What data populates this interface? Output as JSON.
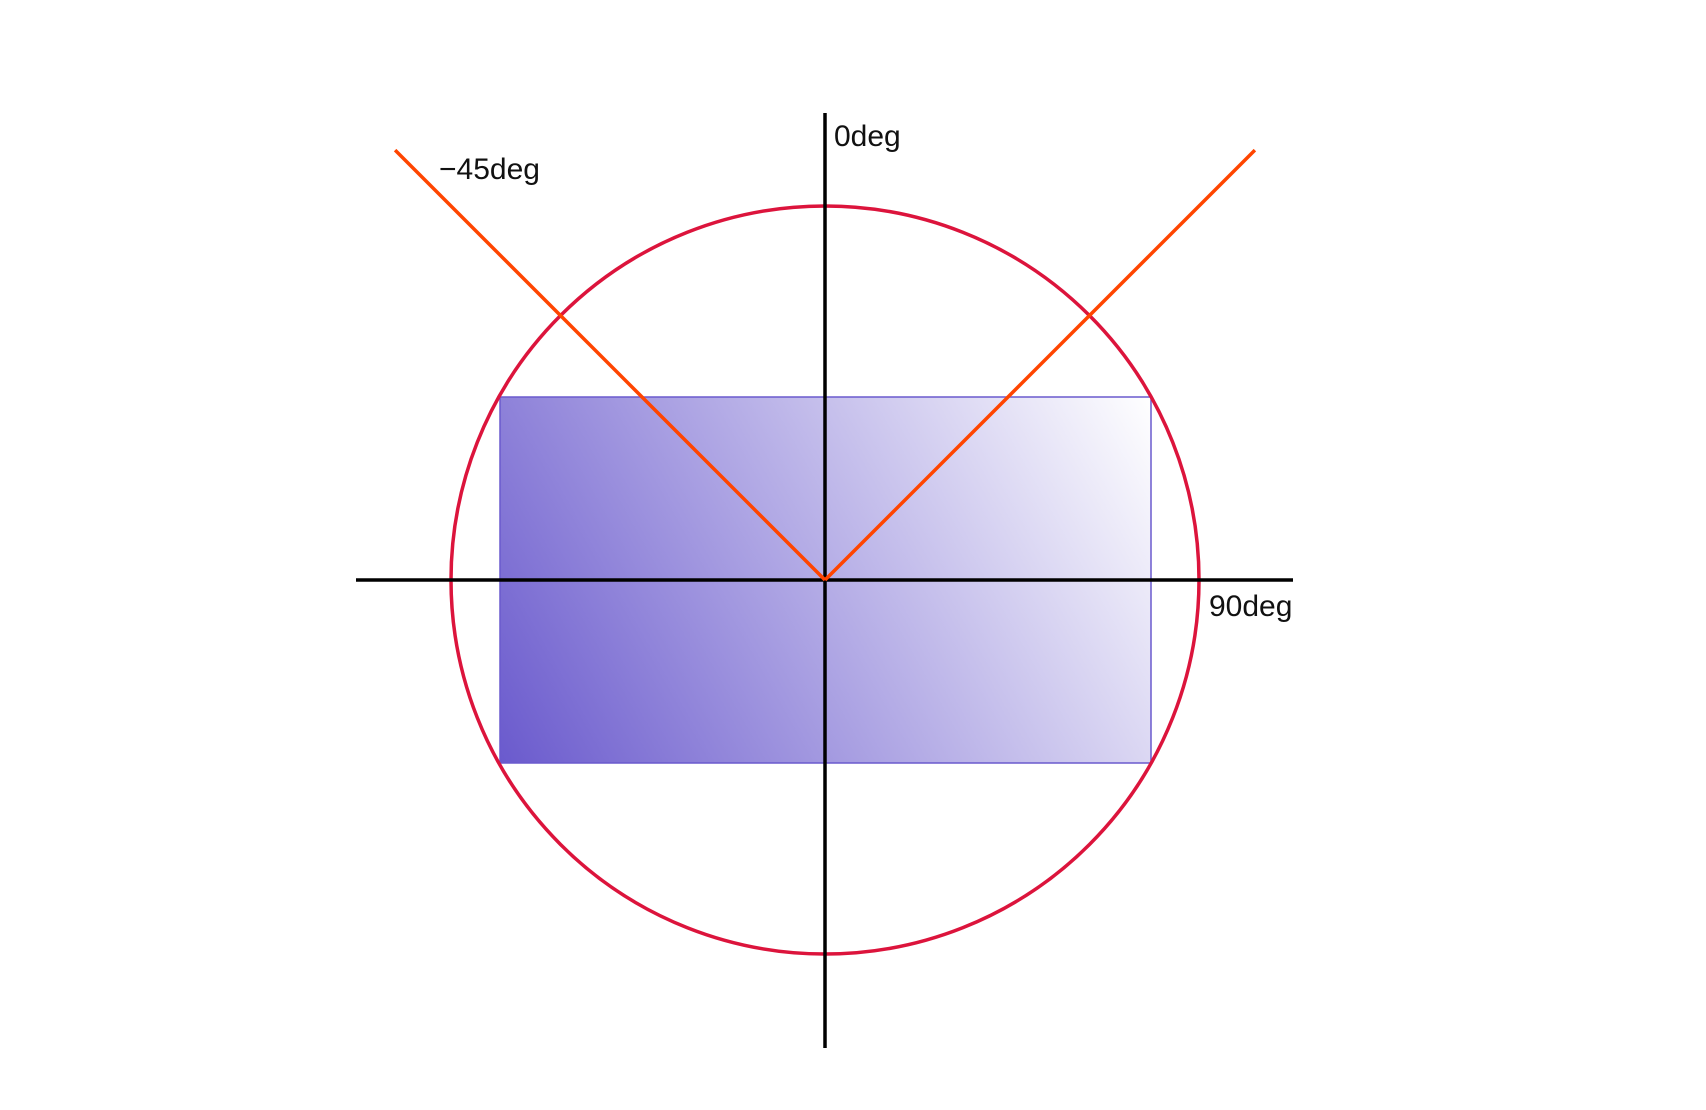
{
  "diagram": {
    "labels": {
      "zero": "0deg",
      "minus_forty_five": "−45deg",
      "ninety": "90deg"
    },
    "angles_deg": [
      -45,
      45
    ],
    "colors": {
      "axis": "#000000",
      "circle": "#dc143c",
      "angle_ray": "#ff4500",
      "box_border": "#6a5acd",
      "gradient_start": "#6a5acd",
      "gradient_end": "#ffffff"
    }
  }
}
